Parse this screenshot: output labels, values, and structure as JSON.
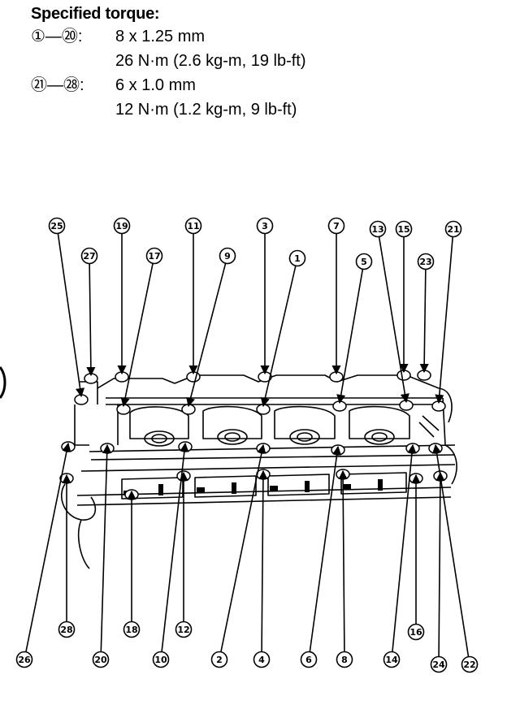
{
  "spec": {
    "heading": "Specified torque:",
    "rows": [
      {
        "range": "①—⑳:",
        "line1": "8 x 1.25 mm",
        "line2": "26 N·m (2.6 kg-m, 19 lb-ft)"
      },
      {
        "range": "㉑—㉘:",
        "line1": "6 x 1.0 mm",
        "line2": "12 N·m (1.2 kg-m, 9 lb-ft)"
      }
    ]
  },
  "callouts": [
    {
      "label": "25",
      "value": 25
    },
    {
      "label": "19",
      "value": 19
    },
    {
      "label": "11",
      "value": 11
    },
    {
      "label": "3",
      "value": 3
    },
    {
      "label": "7",
      "value": 7
    },
    {
      "label": "13",
      "value": 13
    },
    {
      "label": "15",
      "value": 15
    },
    {
      "label": "21",
      "value": 21
    },
    {
      "label": "27",
      "value": 27
    },
    {
      "label": "17",
      "value": 17
    },
    {
      "label": "9",
      "value": 9
    },
    {
      "label": "1",
      "value": 1
    },
    {
      "label": "5",
      "value": 5
    },
    {
      "label": "23",
      "value": 23
    },
    {
      "label": "28",
      "value": 28
    },
    {
      "label": "18",
      "value": 18
    },
    {
      "label": "12",
      "value": 12
    },
    {
      "label": "16",
      "value": 16
    },
    {
      "label": "26",
      "value": 26
    },
    {
      "label": "20",
      "value": 20
    },
    {
      "label": "10",
      "value": 10
    },
    {
      "label": "2",
      "value": 2
    },
    {
      "label": "4",
      "value": 4
    },
    {
      "label": "6",
      "value": 6
    },
    {
      "label": "8",
      "value": 8
    },
    {
      "label": "14",
      "value": 14
    },
    {
      "label": "24",
      "value": 24
    },
    {
      "label": "22",
      "value": 22
    }
  ]
}
